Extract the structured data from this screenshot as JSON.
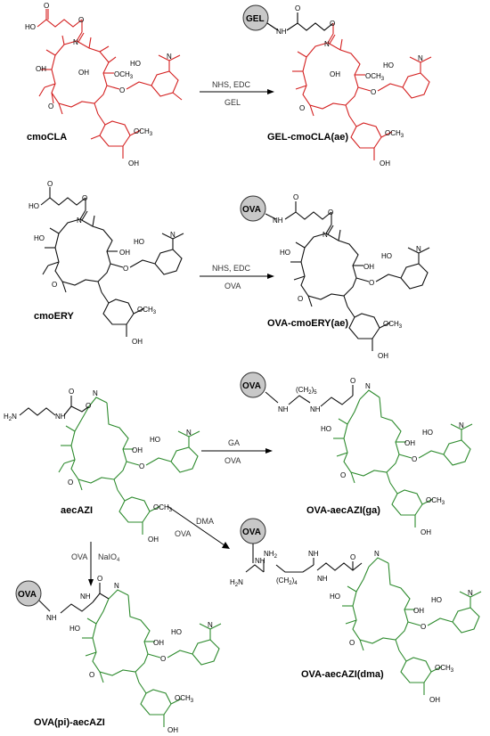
{
  "colors": {
    "cla": "#d42020",
    "ery": "#111111",
    "azi": "#2e8b2e",
    "protein_fill": "#c8c8c8",
    "arrow": "#000000"
  },
  "compounds": {
    "cmoCLA": "cmoCLA",
    "gel_cmoCLA": "GEL-cmoCLA(ae)",
    "cmoERY": "cmoERY",
    "ova_cmoERY": "OVA-cmoERY(ae)",
    "aecAZI": "aecAZI",
    "ova_aecAZI_ga": "OVA-aecAZI(ga)",
    "ova_aecAZI_dma": "OVA-aecAZI(dma)",
    "ova_pi_aecAZI": "OVA(pi)-aecAZI"
  },
  "proteins": {
    "gel": "GEL",
    "ova": "OVA"
  },
  "reactions": {
    "r1_top": "NHS, EDC",
    "r1_bottom": "GEL",
    "r2_top": "NHS, EDC",
    "r2_bottom": "OVA",
    "r3_top": "GA",
    "r3_bottom": "OVA",
    "r4_top": "DMA",
    "r4_bottom": "OVA",
    "r5_left": "OVA",
    "r5_right": "NaIO"
  },
  "atoms": {
    "ho": "HO",
    "oh": "OH",
    "o": "O",
    "n": "N",
    "nh": "NH",
    "n_o": "N",
    "och3": "OCH",
    "h2n": "H",
    "nh2": "NH",
    "ch2_5": "(CH",
    "ch2_4": "(CH"
  }
}
